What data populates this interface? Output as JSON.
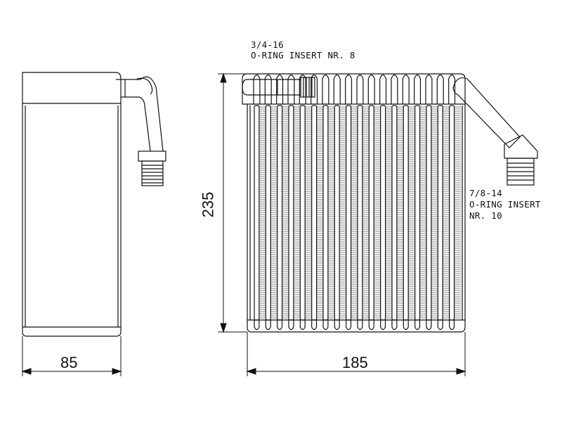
{
  "labels": {
    "top_fitting_line1": "3/4-16",
    "top_fitting_line2": "O-RING INSERT NR. 8",
    "side_fitting_line1": "7/8-14",
    "side_fitting_line2": "O-RING INSERT",
    "side_fitting_line3": "NR. 10"
  },
  "dimensions": {
    "side_view_depth": "85",
    "front_view_height": "235",
    "front_view_width": "185"
  },
  "colors": {
    "stroke": "#111111",
    "background": "#ffffff"
  }
}
